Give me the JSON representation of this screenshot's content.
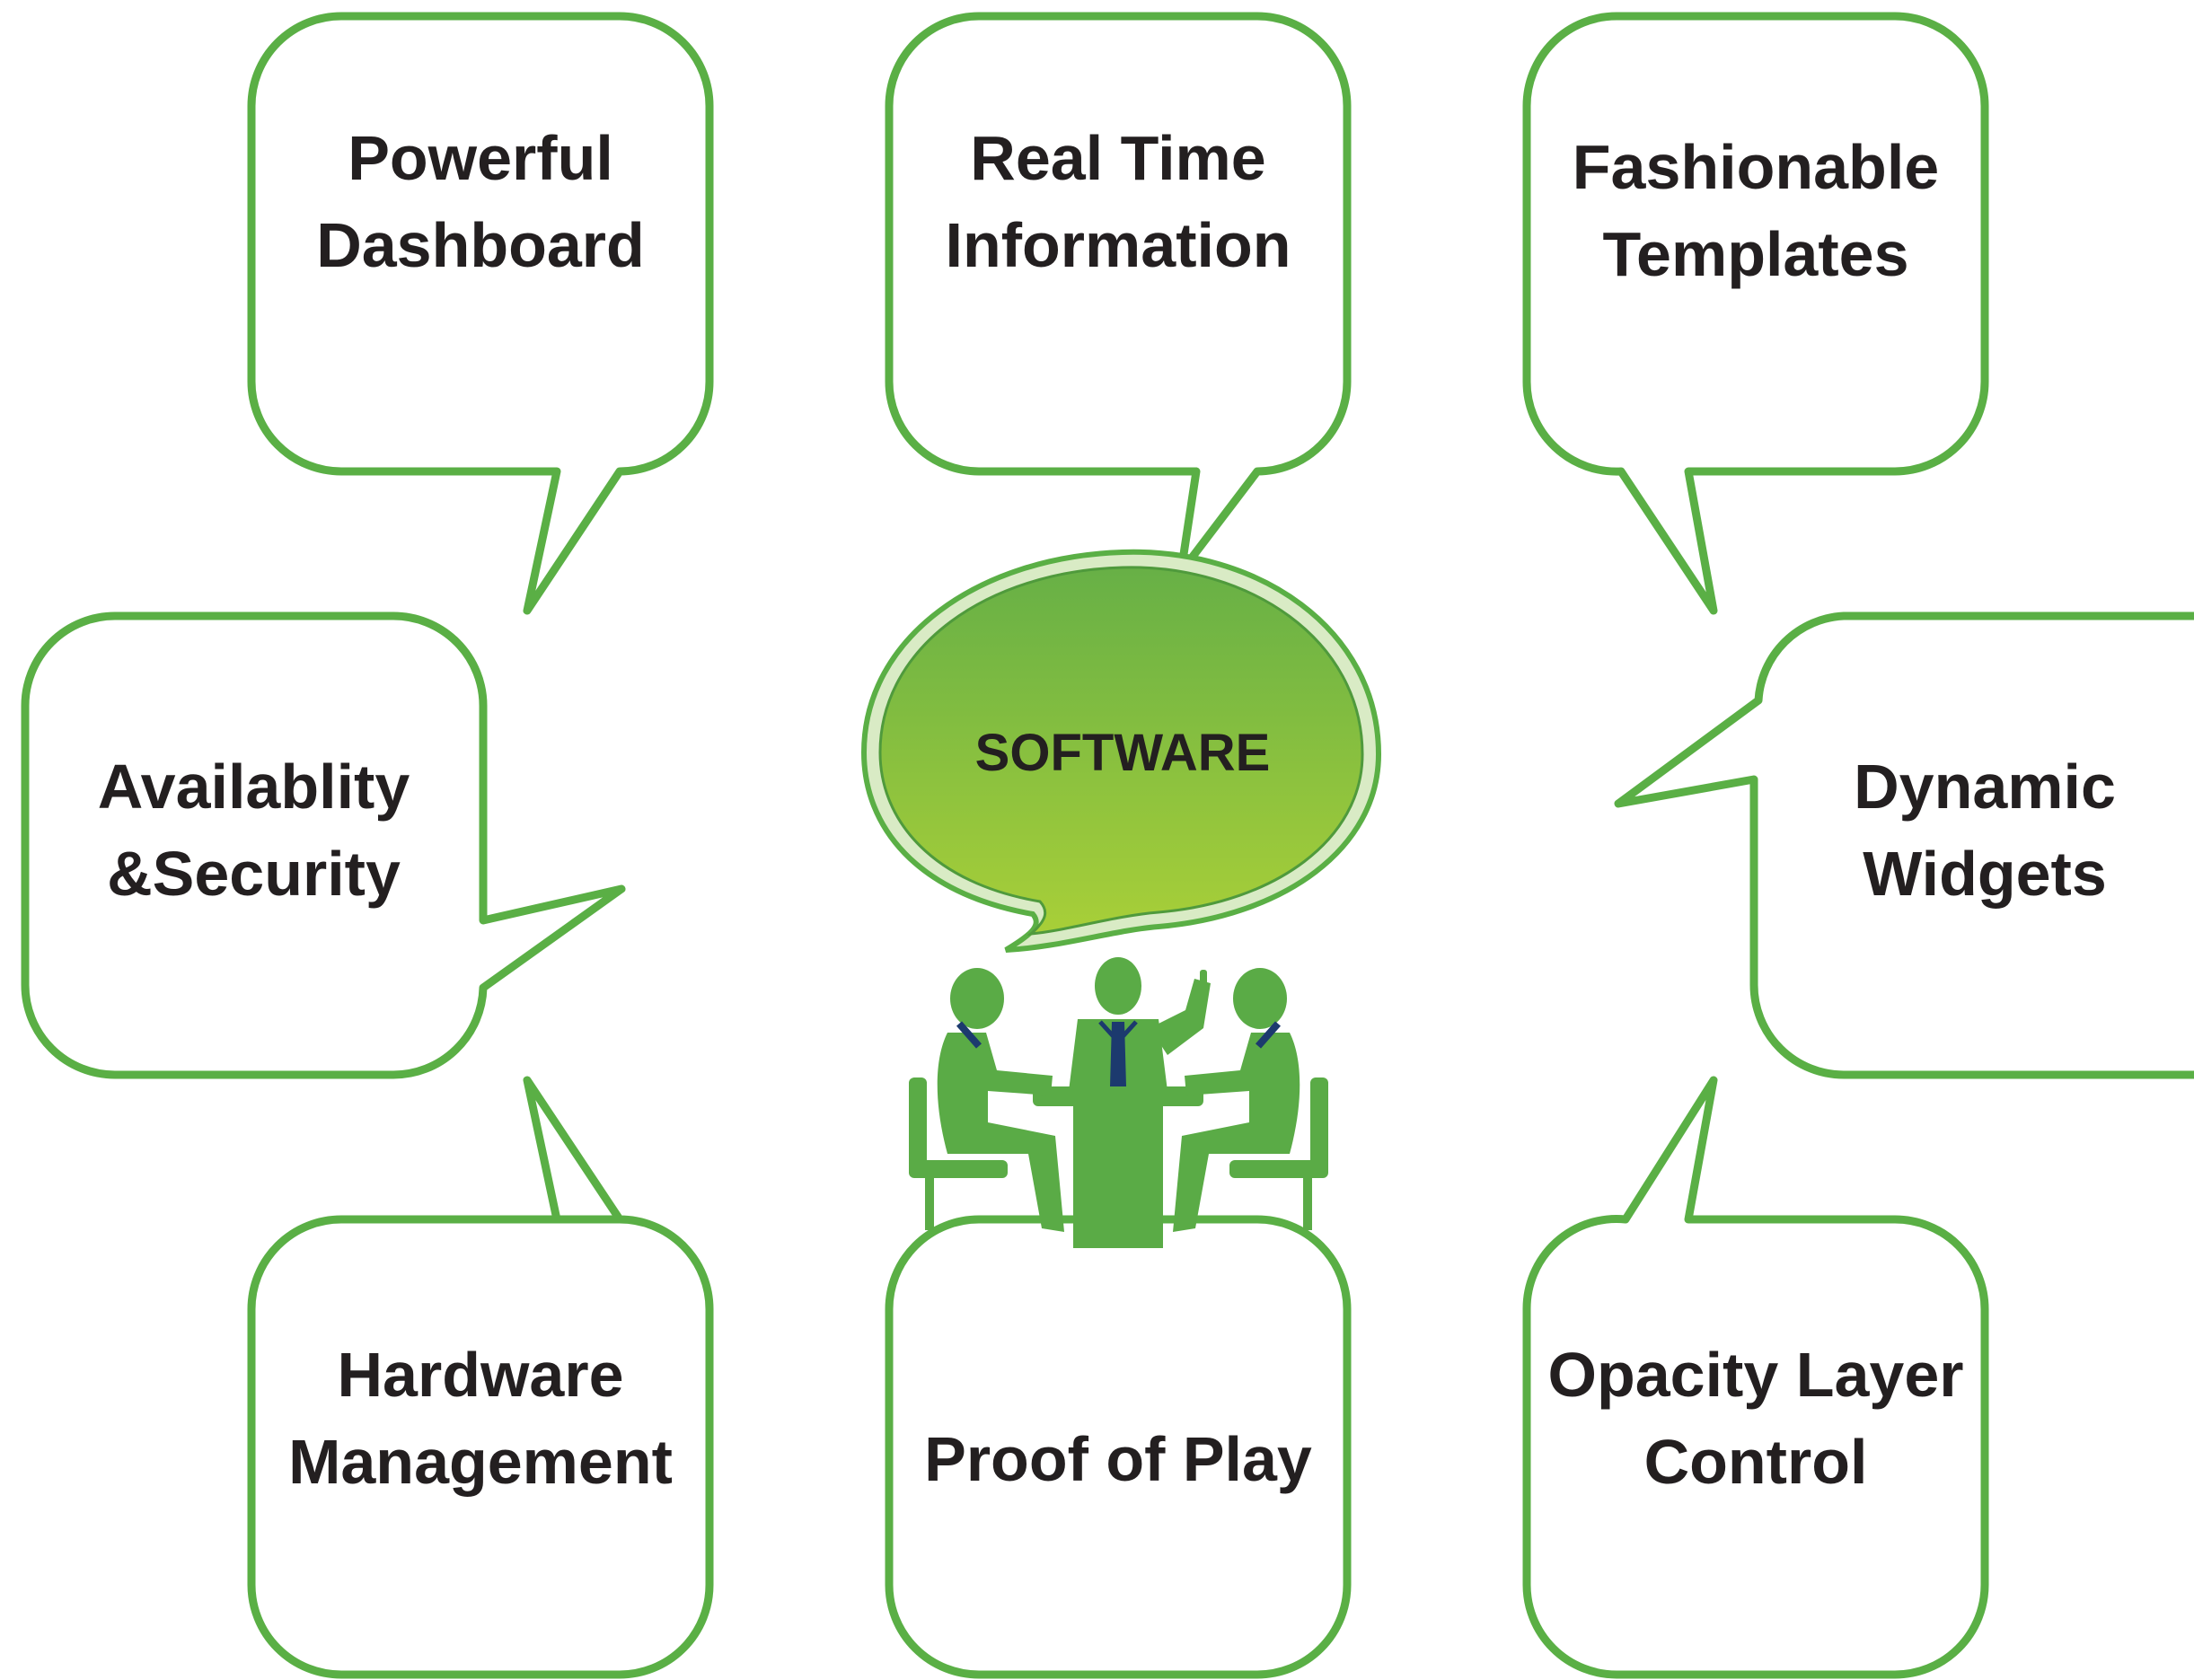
{
  "center": {
    "label": "SOFTWARE"
  },
  "features": {
    "powerful_dashboard": [
      "Powerful",
      "Dashboard"
    ],
    "real_time_information": [
      "Real Time",
      "Information"
    ],
    "fashionable_templates": [
      "Fashionable",
      "Templates"
    ],
    "availability_security": [
      "Availablity",
      "&Security"
    ],
    "dynamic_widgets": [
      "Dynamic",
      "Widgets"
    ],
    "hardware_management": [
      "Hardware",
      "Management"
    ],
    "proof_of_play": [
      "Proof of Play"
    ],
    "opacity_layer_control": [
      "Opacity Layer",
      "Control"
    ]
  },
  "colors": {
    "bubble_stroke": "#5aaf45",
    "center_fill_top": "#67b046",
    "center_fill_bottom": "#a8cf38",
    "people": "#5aab46",
    "tie": "#1c3a6e",
    "text": "#231f20"
  },
  "icons": [
    "meeting-people-icon"
  ]
}
